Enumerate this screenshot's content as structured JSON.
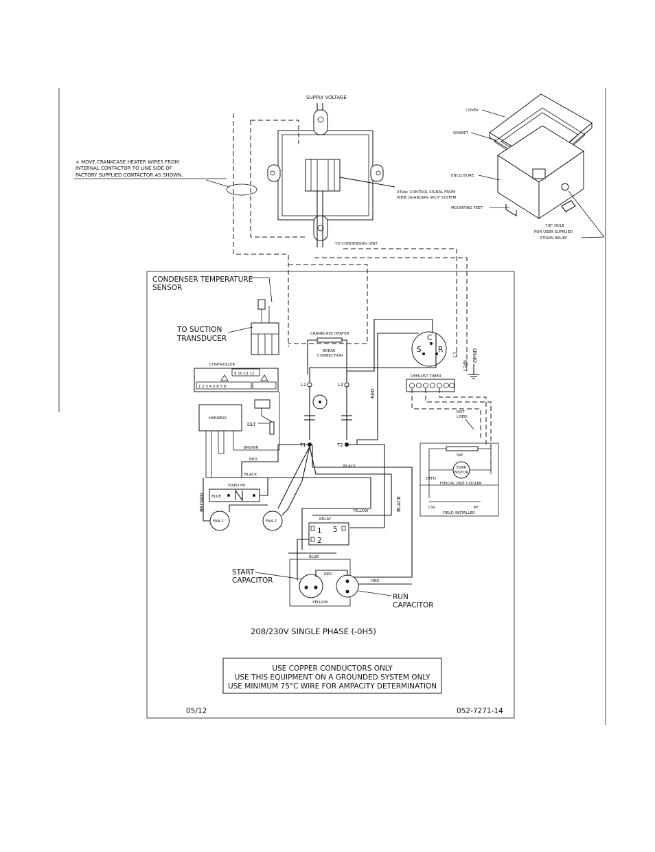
{
  "note": {
    "line1": "× MOVE CRANKCASE HEATER WIRES FROM",
    "line2": "INTERNAL CONTACTOR TO LINE SIDE OF",
    "line3": "FACTORY SUPPLIED CONTACTOR AS SHOWN."
  },
  "top": {
    "supply_voltage": "SUPPLY VOLTAGE",
    "control_signal_1": "24Vac CONTROL SIGNAL FROM",
    "control_signal_2": "WINE GUARDIAN SPLIT SYSTEM",
    "to_condensing_unit": "TO CONDENSING UNIT"
  },
  "enclosure": {
    "cover": "COVER",
    "gasket": "GASKET",
    "enclosure": "ENCLOSURE",
    "mounting_feet": "MOUNTING FEET",
    "hole_1": "7/8\" HOLE",
    "hole_2": "FOR USER SUPPLIED",
    "hole_3": "STRAIN RELIEF"
  },
  "panel": {
    "sensor_1": "CONDENSER TEMPERATURE",
    "sensor_2": "SENSOR",
    "transducer_1": "TO SUCTION",
    "transducer_2": "TRANSDUCER",
    "crankcase_heater": "CRANKCASE HEATER",
    "break_1": "BREAK",
    "break_2": "CONNECTION",
    "controller": "CONTROLLER",
    "harness": "HARNESS",
    "dlt": "DLT",
    "fixed_hp": "FIXED HP",
    "blue": "BLUE",
    "fan1": "FAN-1",
    "fan2": "FAN-2",
    "brown": "BROWN",
    "red": "RED",
    "black": "BLACK",
    "yellow": "YELLOW",
    "relay": "RELAY",
    "start_cap_1": "START",
    "start_cap_2": "CAPACITOR",
    "run_cap_1": "RUN",
    "run_cap_2": "CAPACITOR",
    "defrost_timer": "DEFROST TIMER",
    "not_used_1": "NOT",
    "not_used_2": "USED",
    "heater_sw": "SW",
    "evap_1": "EVAP",
    "evap_2": "MOTOR",
    "typical_cooler": "TYPICAL UNIT COOLER",
    "field_installed": "FIELD INSTALLED",
    "lsv": "LSV",
    "rt": "RT",
    "dtfd": "DTFD",
    "grnd": "GRND",
    "l2n": "L2/N",
    "l1": "L1",
    "t_l1": "L1",
    "t_l2": "L2",
    "t_t1": "T1",
    "t_t2": "T2",
    "c": "C",
    "s": "S",
    "r": "R",
    "relay_1": "1",
    "relay_2": "2",
    "relay_5": "5",
    "phase": "208/230V SINGLE PHASE (-0H5)",
    "date": "05/12",
    "drawing_no": "052-7271-14"
  },
  "warning": {
    "line1": "USE COPPER CONDUCTORS ONLY",
    "line2": "USE THIS EQUIPMENT ON A GROUNDED SYSTEM ONLY",
    "line3": "USE MINIMUM 75°C WIRE FOR AMPACITY DETERMINATION"
  }
}
